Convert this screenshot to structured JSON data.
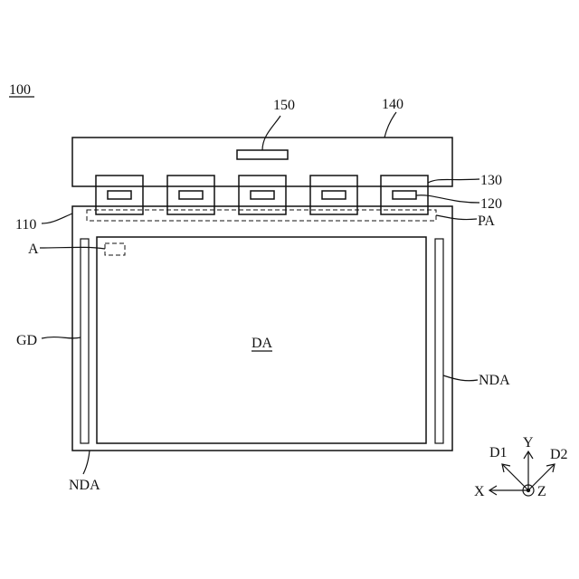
{
  "labels": {
    "figure_ref": "100",
    "ic": "150",
    "pcb": "140",
    "film": "130",
    "chip": "120",
    "panel": "110",
    "pad_area": "PA",
    "region_a": "A",
    "gate_driver": "GD",
    "display_area": "DA",
    "non_display_right": "NDA",
    "non_display_bottom": "NDA"
  },
  "axes": {
    "x": "X",
    "y": "Y",
    "z": "Z",
    "d1": "D1",
    "d2": "D2"
  }
}
